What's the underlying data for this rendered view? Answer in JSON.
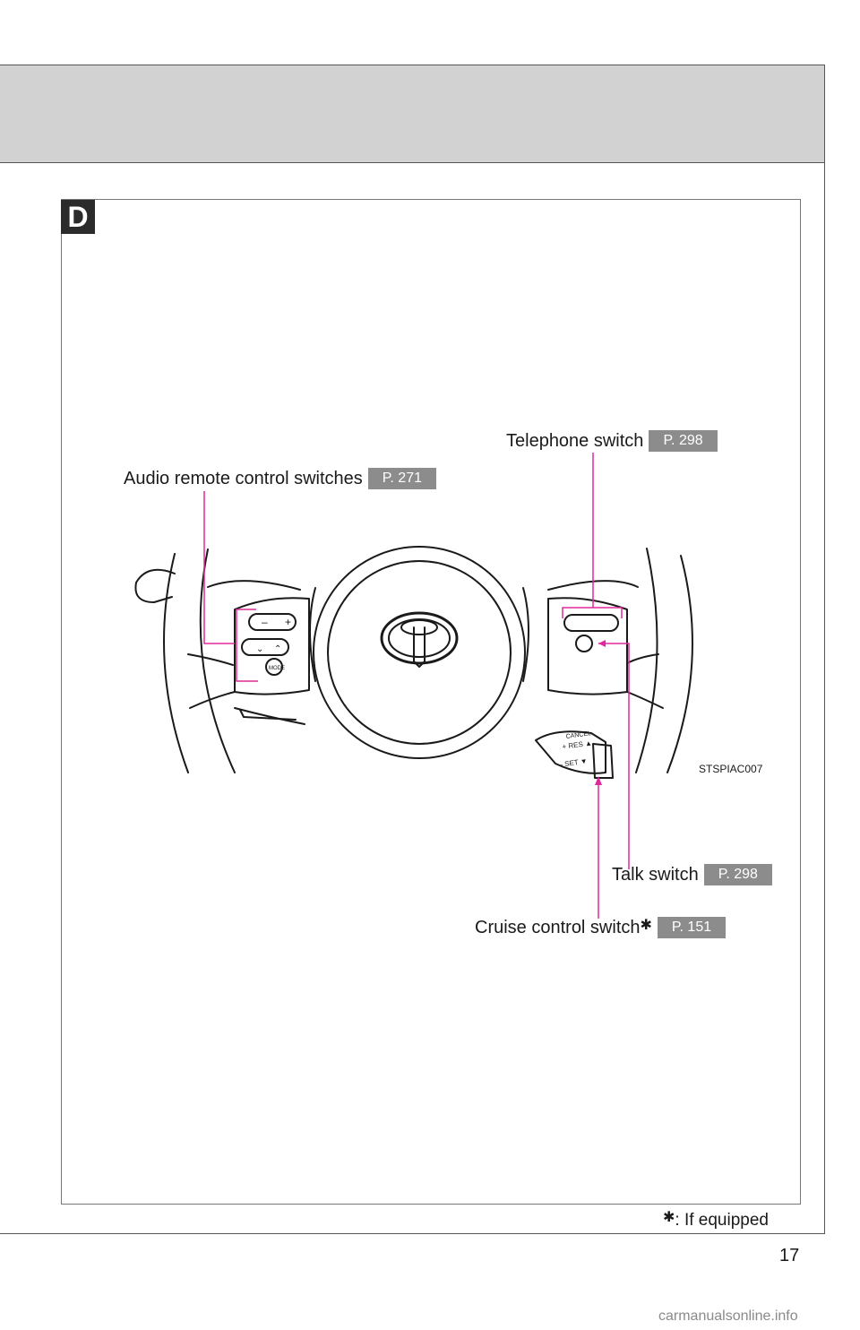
{
  "section": {
    "letter": "D"
  },
  "labels": {
    "audio": {
      "text": "Audio remote control switches",
      "page": "P. 271"
    },
    "telephone": {
      "text": "Telephone switch",
      "page": "P. 298"
    },
    "talk": {
      "text": "Talk switch",
      "page": "P. 298"
    },
    "cruise": {
      "text": "Cruise control switch",
      "asterisk": "✱",
      "page": "P. 151"
    }
  },
  "figure": {
    "code": "STSPIAC007",
    "buttons": {
      "mode": "MODE",
      "cancel": "CANCEL",
      "res": "+ RES ▲",
      "set": "– SET ▼"
    }
  },
  "footnote": {
    "asterisk": "✱",
    "text": ": If equipped"
  },
  "page_number": "17",
  "watermark": "carmanualsonline.info",
  "colors": {
    "callout": "#e0289c",
    "badge": "#2b2b2b",
    "page_ref": "#8c8c8c",
    "header": "#d2d2d2"
  }
}
